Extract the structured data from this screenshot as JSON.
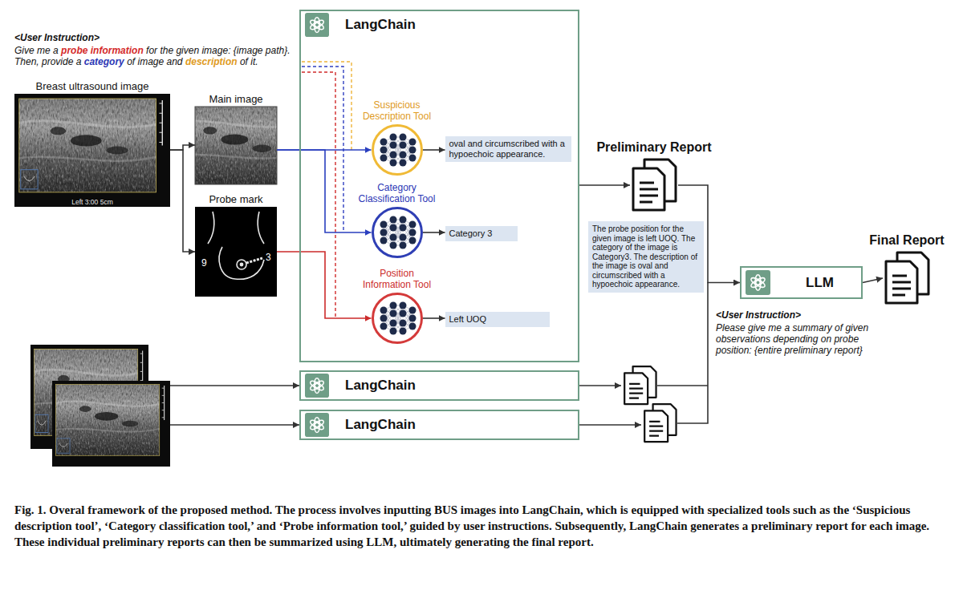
{
  "diagram": {
    "caption": "Fig. 1. Overal framework of the proposed method. The process involves inputting BUS images into LangChain, which is equipped with specialized tools such as the ‘Suspicious description tool’, ‘Category classification tool,’ and ‘Probe information tool,’ guided by user instructions. Subsequently, LangChain generates a preliminary report for each image. These individual preliminary reports can then be summarized using LLM, ultimately generating the final report.",
    "nodes": [
      {
        "text": [
          "LangChain"
        ]
      },
      {
        "text": [
          "Suspicious Description Tool"
        ],
        "in": 0
      },
      {
        "text": [
          "Category Classification Tool"
        ],
        "in": 0
      },
      {
        "text": [
          "Position Information Tool"
        ],
        "in": 0
      },
      {
        "text": [
          "oval and circumscribed with a hypoechoic appearance."
        ],
        "in": 0
      },
      {
        "text": [
          "Category 3"
        ],
        "in": 0
      },
      {
        "text": [
          "Left UOQ"
        ],
        "in": 0
      },
      {
        "text": [
          "Breast ultrasound image",
          "Left 3:00 5cm"
        ]
      },
      {
        "text": [
          "Main image"
        ]
      },
      {
        "text": [
          "Probe mark",
          "9",
          "3"
        ]
      },
      {
        "text": [
          "Preliminary Report"
        ]
      },
      {
        "text": [
          "The probe position for the given image is left UOQ. The category of the image is Category3. The description of the image is oval and circumscribed with a hypoechoic appearance."
        ]
      },
      {
        "text": [
          "LLM"
        ]
      },
      {
        "text": [
          "Final Report"
        ]
      },
      {
        "text": [
          "LangChain"
        ]
      },
      {
        "text": [
          "LangChain"
        ]
      }
    ],
    "edges": [
      {
        "from": 7,
        "to": 8,
        "arrow": "to"
      },
      {
        "from": 7,
        "to": 9,
        "arrow": "to"
      },
      {
        "from": 8,
        "to": 1,
        "arrow": "to"
      },
      {
        "from": 8,
        "to": 2,
        "arrow": "to"
      },
      {
        "from": 9,
        "to": 3,
        "arrow": "to"
      },
      {
        "from": 1,
        "to": 4,
        "arrow": "to"
      },
      {
        "from": 2,
        "to": 5,
        "arrow": "to"
      },
      {
        "from": 3,
        "to": 6,
        "arrow": "to"
      },
      {
        "from": 0,
        "to": 10,
        "arrow": "to"
      },
      {
        "from": 10,
        "to": 12,
        "arrow": "to"
      },
      {
        "from": 12,
        "to": 13,
        "arrow": "to"
      }
    ],
    "labels": [
      "<User Instruction>",
      "Give me a",
      "probe information",
      "for the given image: {image path}. Then, provide a",
      "category",
      "of image and",
      "description",
      "of it.",
      "<User Instruction>",
      "Please give me a summary of given observations depending on probe position: {entire preliminary report}"
    ]
  }
}
